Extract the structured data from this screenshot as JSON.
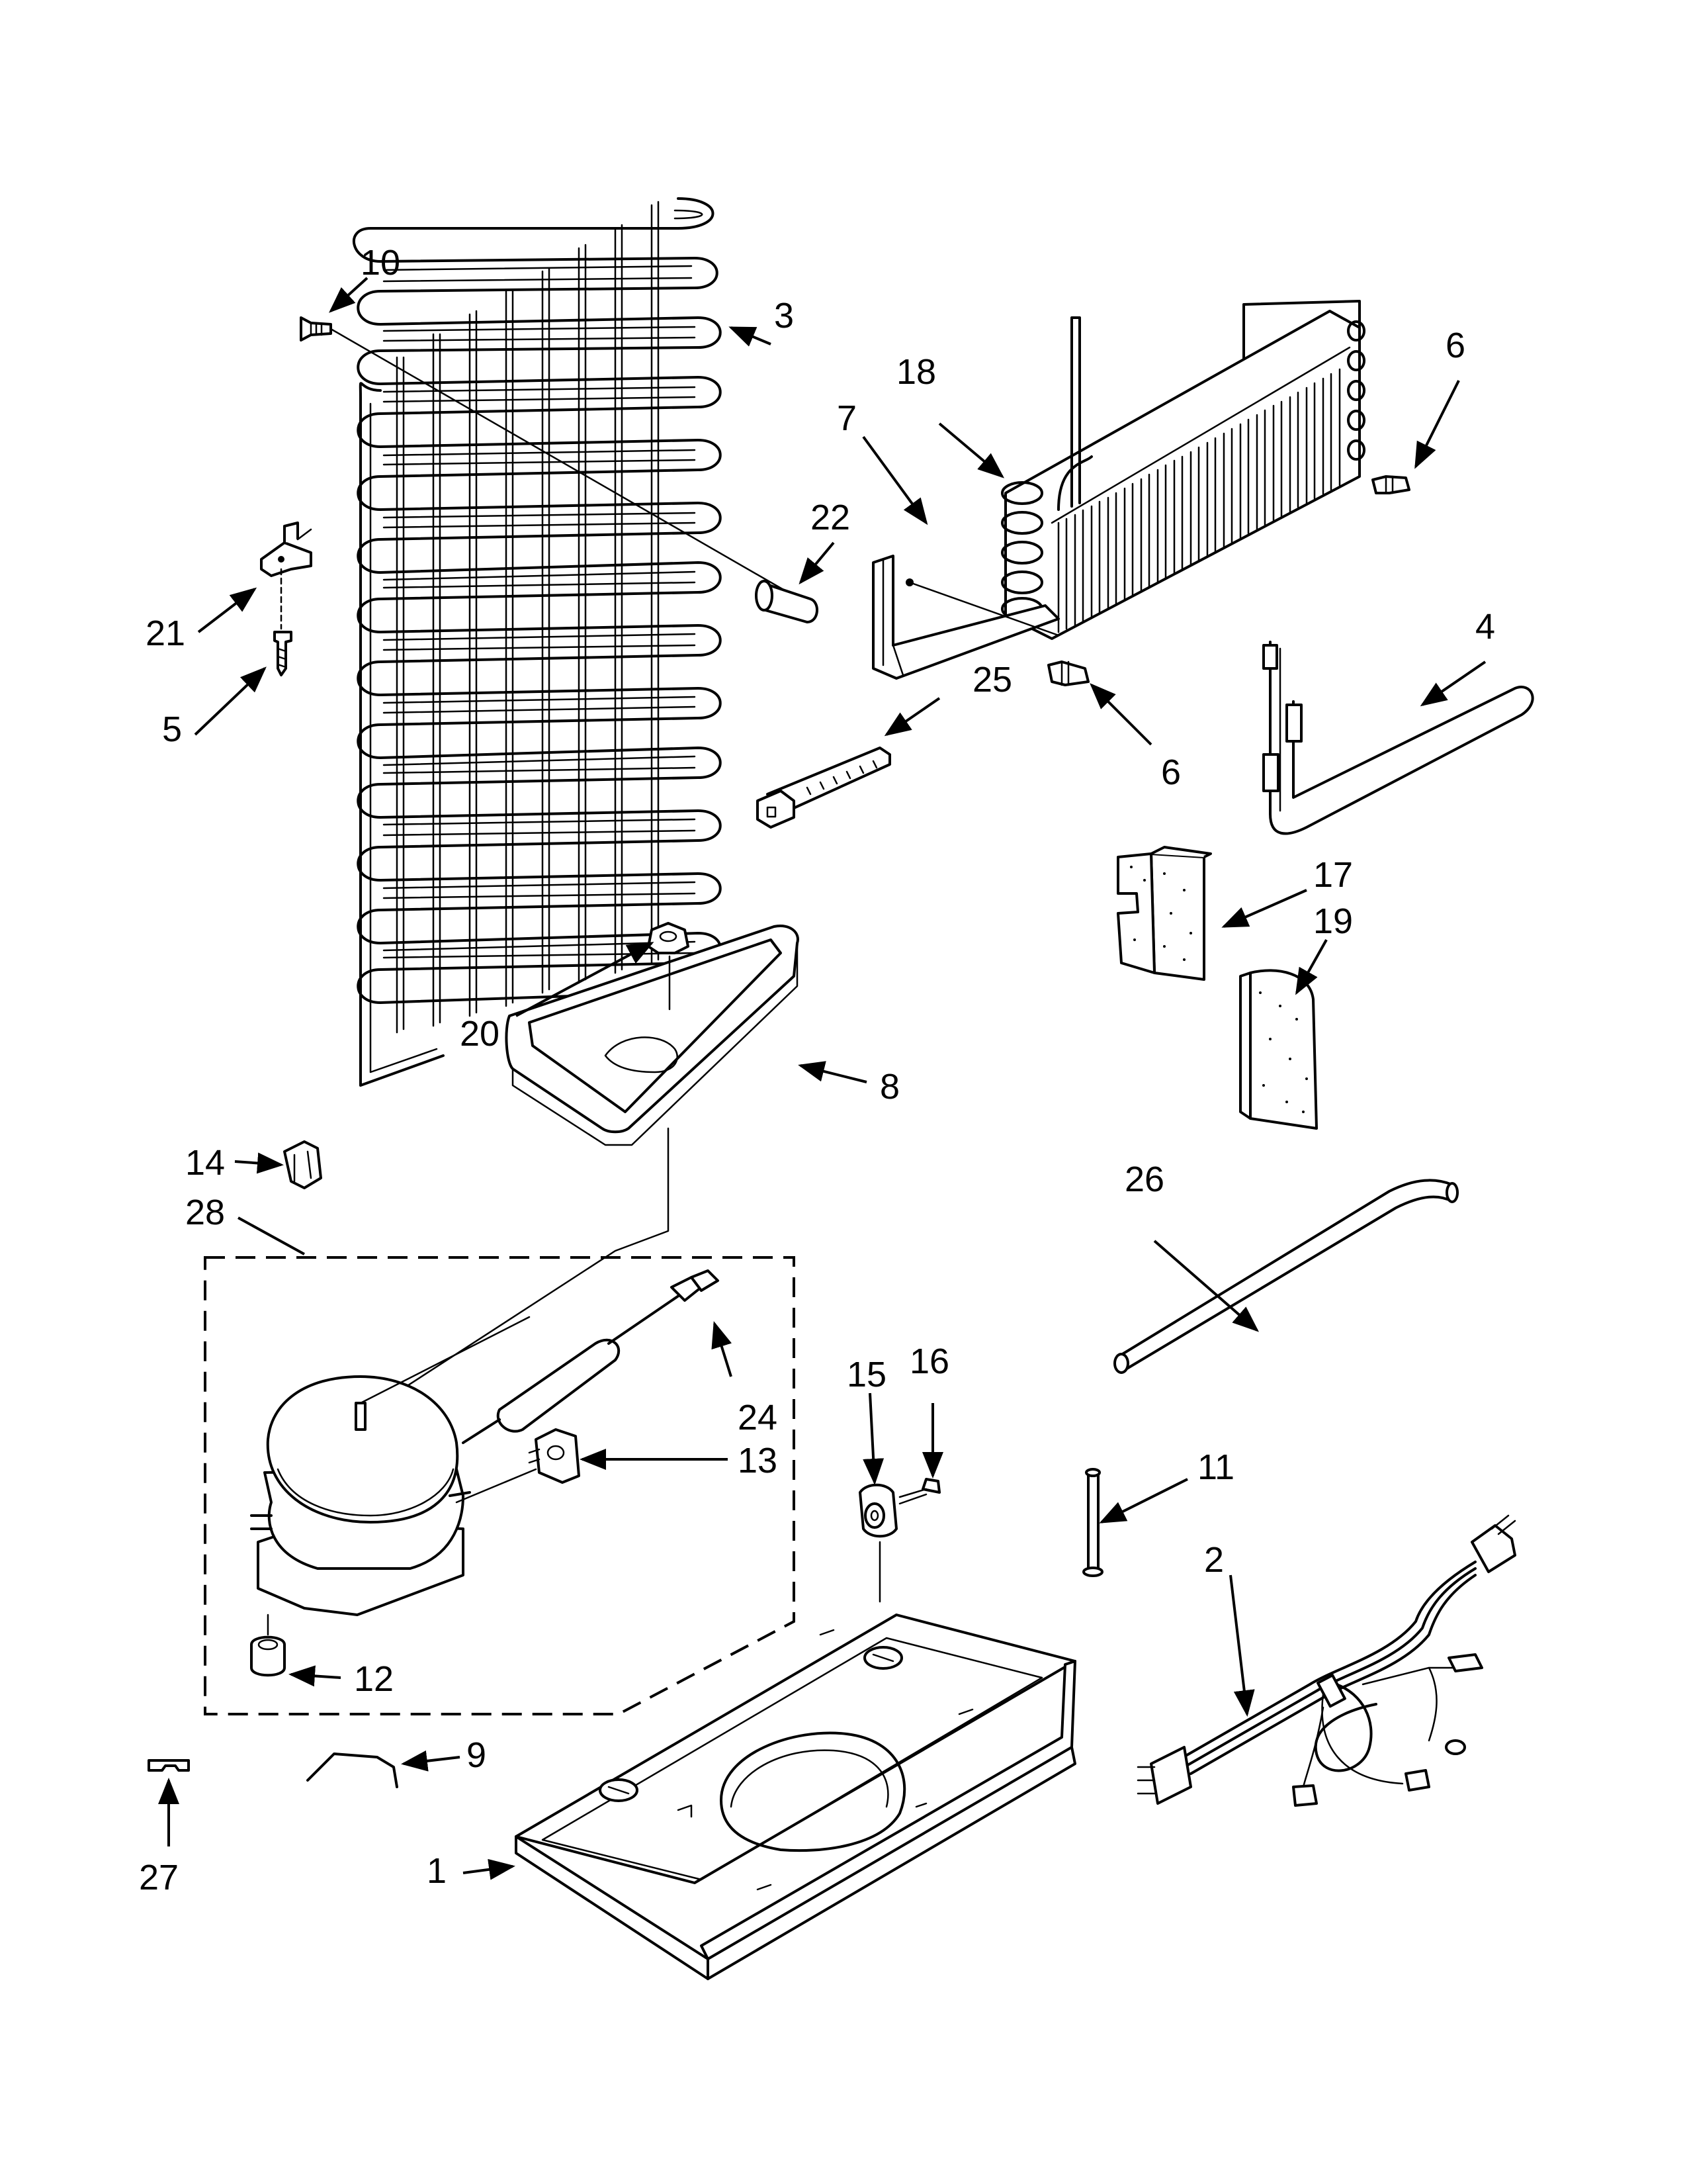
{
  "diagram": {
    "callouts": [
      {
        "id": "c1",
        "label": "1"
      },
      {
        "id": "c2",
        "label": "2"
      },
      {
        "id": "c3",
        "label": "3"
      },
      {
        "id": "c4",
        "label": "4"
      },
      {
        "id": "c5",
        "label": "5"
      },
      {
        "id": "c6a",
        "label": "6"
      },
      {
        "id": "c6b",
        "label": "6"
      },
      {
        "id": "c7",
        "label": "7"
      },
      {
        "id": "c8",
        "label": "8"
      },
      {
        "id": "c9",
        "label": "9"
      },
      {
        "id": "c10",
        "label": "10"
      },
      {
        "id": "c11",
        "label": "11"
      },
      {
        "id": "c12",
        "label": "12"
      },
      {
        "id": "c13",
        "label": "13"
      },
      {
        "id": "c14",
        "label": "14"
      },
      {
        "id": "c15",
        "label": "15"
      },
      {
        "id": "c16",
        "label": "16"
      },
      {
        "id": "c17",
        "label": "17"
      },
      {
        "id": "c18",
        "label": "18"
      },
      {
        "id": "c19",
        "label": "19"
      },
      {
        "id": "c20",
        "label": "20"
      },
      {
        "id": "c21",
        "label": "21"
      },
      {
        "id": "c22",
        "label": "22"
      },
      {
        "id": "c24",
        "label": "24"
      },
      {
        "id": "c25",
        "label": "25"
      },
      {
        "id": "c26",
        "label": "26"
      },
      {
        "id": "c27",
        "label": "27"
      },
      {
        "id": "c28",
        "label": "28"
      }
    ]
  }
}
